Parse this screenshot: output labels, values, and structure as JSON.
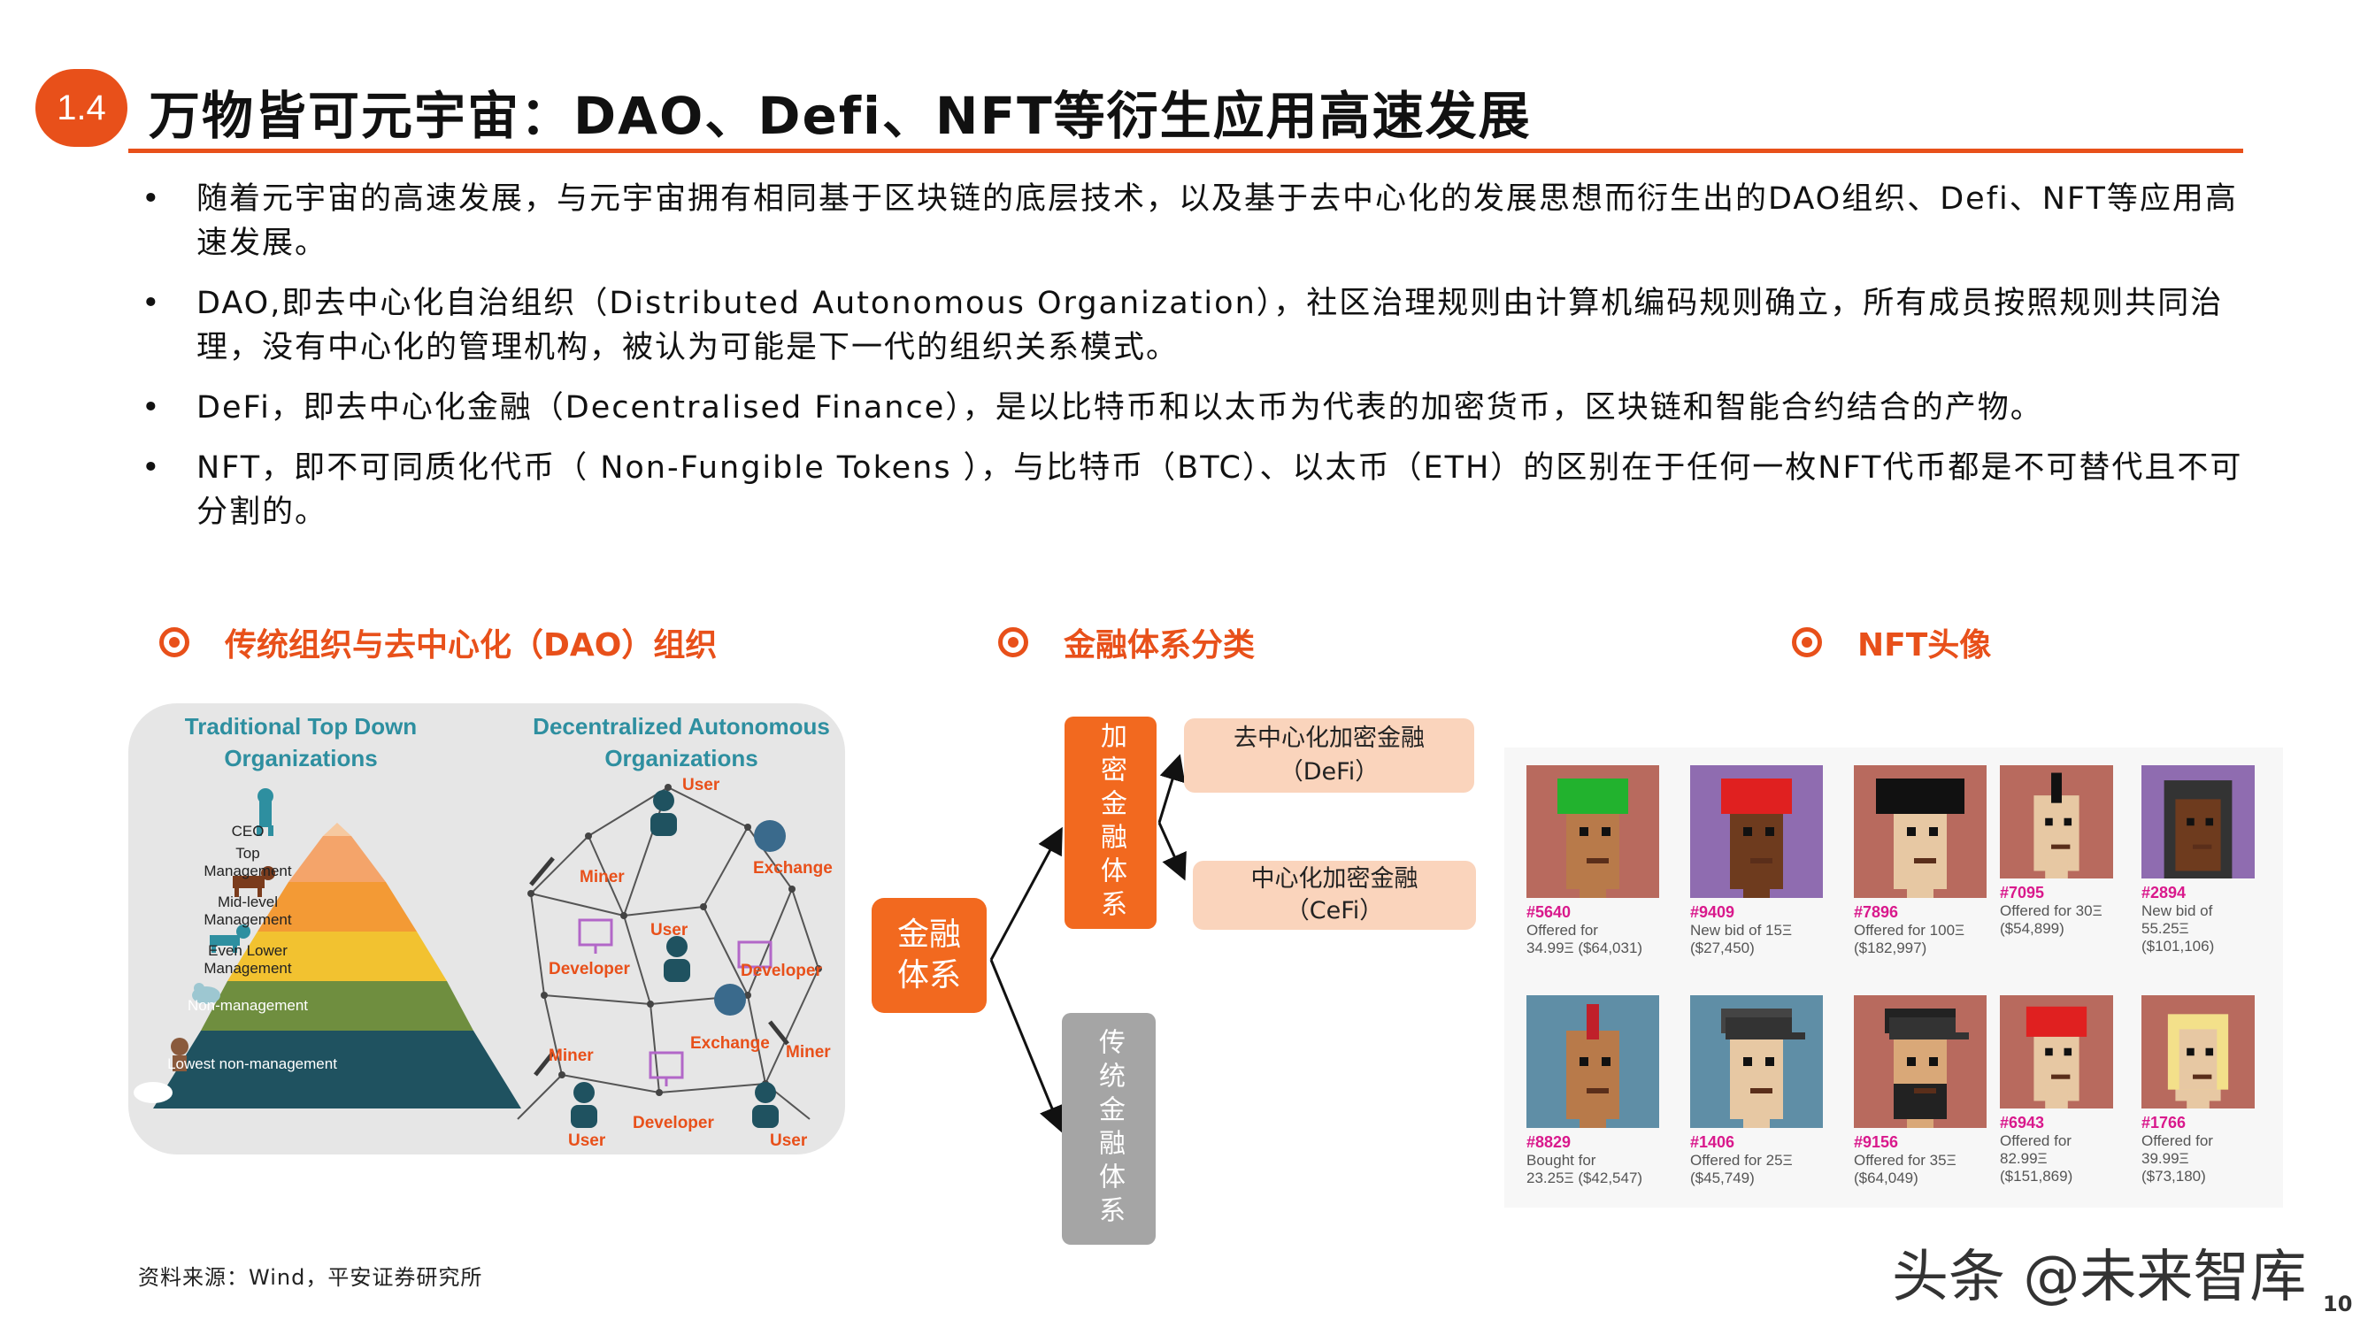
{
  "header": {
    "badge": "1.4",
    "title": "万物皆可元宇宙：DAO、Defi、NFT等衍生应用高速发展"
  },
  "bullets": [
    {
      "marker": "•",
      "text": "随着元宇宙的高速发展，与元宇宙拥有相同基于区块链的底层技术，以及基于去中心化的发展思想而衍生出的DAO组织、Defi、NFT等应用高速发展。"
    },
    {
      "marker": "•",
      "text": "DAO,即去中心化自治组织（Distributed Autonomous Organization），社区治理规则由计算机编码规则确立，所有成员按照规则共同治理，没有中心化的管理机构，被认为可能是下一代的组织关系模式。"
    },
    {
      "marker": "•",
      "text": "DeFi，即去中心化金融（Decentralised Finance），是以比特币和以太币为代表的加密货币，区块链和智能合约结合的产物。"
    },
    {
      "marker": "•",
      "text": "NFT，即不可同质化代币（ Non-Fungible Tokens ），与比特币（BTC）、以太币（ETH）的区别在于任何一枚NFT代币都是不可替代且不可分割的。"
    }
  ],
  "sections": {
    "dao": "传统组织与去中心化（DAO）组织",
    "finance": "金融体系分类",
    "nft": "NFT头像"
  },
  "dao_diagram": {
    "left_title_1": "Traditional Top Down",
    "left_title_2": "Organizations",
    "right_title_1": "Decentralized Autonomous",
    "right_title_2": "Organizations",
    "tiers": [
      {
        "label_1": "CEO",
        "label_2": "",
        "color": "#F6C9A0"
      },
      {
        "label_1": "Top",
        "label_2": "Management",
        "color": "#F4A46A"
      },
      {
        "label_1": "Mid-level",
        "label_2": "Management",
        "color": "#F39A35"
      },
      {
        "label_1": "Even Lower",
        "label_2": "Management",
        "color": "#F2C230"
      },
      {
        "label_1": "Non-management",
        "label_2": "",
        "color": "#6F8E3F"
      },
      {
        "label_1": "Lowest non-management",
        "label_2": "",
        "color": "#1F5260"
      }
    ],
    "net_labels": {
      "user_top": "User",
      "miner_top": "Miner",
      "exchange_top": "Exchange",
      "user_mid": "User",
      "developer_left": "Developer",
      "developer_right": "Developer",
      "exchange_mid": "Exchange",
      "miner_left": "Miner",
      "miner_right": "Miner",
      "developer_bottom": "Developer",
      "user_bl": "User",
      "user_br": "User"
    }
  },
  "finance_diagram": {
    "root": "金融体系",
    "crypto": "加密金融体系",
    "traditional": "传统金融体系",
    "defi_1": "去中心化加密金融",
    "defi_2": "（DeFi）",
    "cefi_1": "中心化加密金融",
    "cefi_2": "（CeFi）",
    "colors": {
      "accent": "#F2691F",
      "light": "#FAD4BC",
      "gray": "#A5A5A5"
    }
  },
  "nfts": [
    {
      "num": "#5640",
      "l1": "Offered for",
      "l2": "34.99Ξ ($64,031)",
      "bg": "#B86A5E",
      "skin": "#B87A4A",
      "hair": "#22B22E",
      "kind": "green"
    },
    {
      "num": "#9409",
      "l1": "New bid of 15Ξ",
      "l2": "($27,450)",
      "bg": "#8F6CB0",
      "skin": "#6E3B1E",
      "hair": "#E02020",
      "kind": "red"
    },
    {
      "num": "#7896",
      "l1": "Offered for 100Ξ",
      "l2": "($182,997)",
      "bg": "#B86A5E",
      "skin": "#E7C8A3",
      "hair": "#111111",
      "kind": "wild"
    },
    {
      "num": "#7095",
      "l1": "Offered for 30Ξ",
      "l2": "($54,899)",
      "bg": "#B86A5E",
      "skin": "#E7C8A3",
      "hair": "#111111",
      "kind": "mohawk"
    },
    {
      "num": "#2894",
      "l1": "New bid of",
      "l2": "55.25Ξ ($101,106)",
      "bg": "#8F6CB0",
      "skin": "#6E3B1E",
      "hair": "#333333",
      "kind": "hood"
    },
    {
      "num": "#8829",
      "l1": "Bought for",
      "l2": "23.25Ξ ($42,547)",
      "bg": "#5F8EA6",
      "skin": "#B87A4A",
      "hair": "#C0202A",
      "kind": "mohawk"
    },
    {
      "num": "#1406",
      "l1": "Offered for 25Ξ",
      "l2": "($45,749)",
      "bg": "#5F8EA6",
      "skin": "#E7C8A3",
      "hair": "#444444",
      "kind": "cap"
    },
    {
      "num": "#9156",
      "l1": "Offered for 35Ξ",
      "l2": "($64,049)",
      "bg": "#B86A5E",
      "skin": "#D9A878",
      "hair": "#222222",
      "kind": "capbeard"
    },
    {
      "num": "#6943",
      "l1": "Offered for",
      "l2": "82.99Ξ",
      "l3": "($151,869)",
      "bg": "#B86A5E",
      "skin": "#E7C8A3",
      "hair": "#E02020",
      "kind": "red"
    },
    {
      "num": "#1766",
      "l1": "Offered for",
      "l2": "39.99Ξ ($73,180)",
      "bg": "#B86A5E",
      "skin": "#E7C8A3",
      "hair": "#F3E08A",
      "kind": "blonde"
    }
  ],
  "source": "资料来源：Wind，平安证券研究所",
  "watermark": "头条 @未来智库",
  "page_number": "10"
}
